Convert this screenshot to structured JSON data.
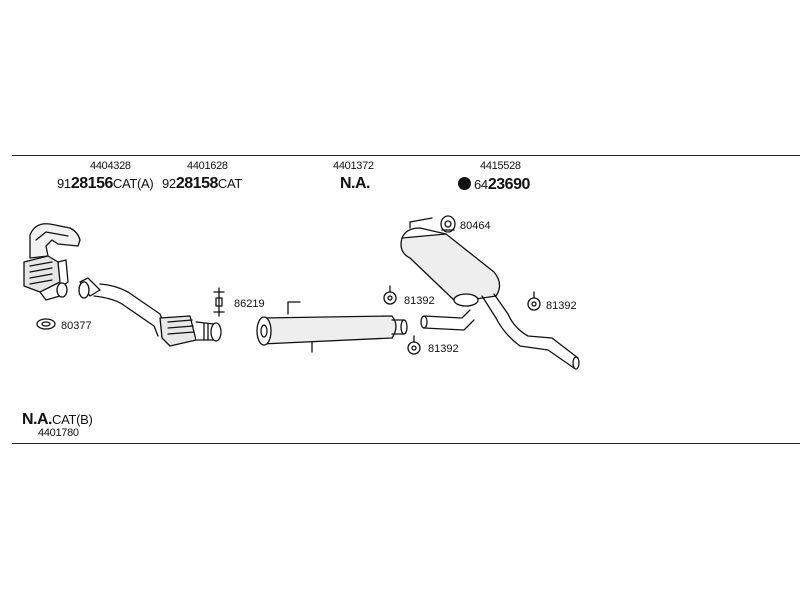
{
  "header": {
    "col1": {
      "part": "4404328",
      "prefix": "91",
      "num": "28156",
      "suffix": "CAT(A)"
    },
    "col2": {
      "part": "4401628",
      "prefix": "92",
      "num": "28158",
      "suffix": "CAT"
    },
    "col3": {
      "part": "4401372",
      "na": "N.A."
    },
    "col4": {
      "part": "4415528",
      "prefix": "64",
      "num": "23690"
    }
  },
  "parts": {
    "gasket1": "80377",
    "clamp1": "86219",
    "hanger_top": "80464",
    "hanger_mid": "81392",
    "hanger_right": "81392",
    "hanger_low": "81392"
  },
  "footer": {
    "na": "N.A.",
    "cat": "CAT(B)",
    "part": "4401780"
  }
}
